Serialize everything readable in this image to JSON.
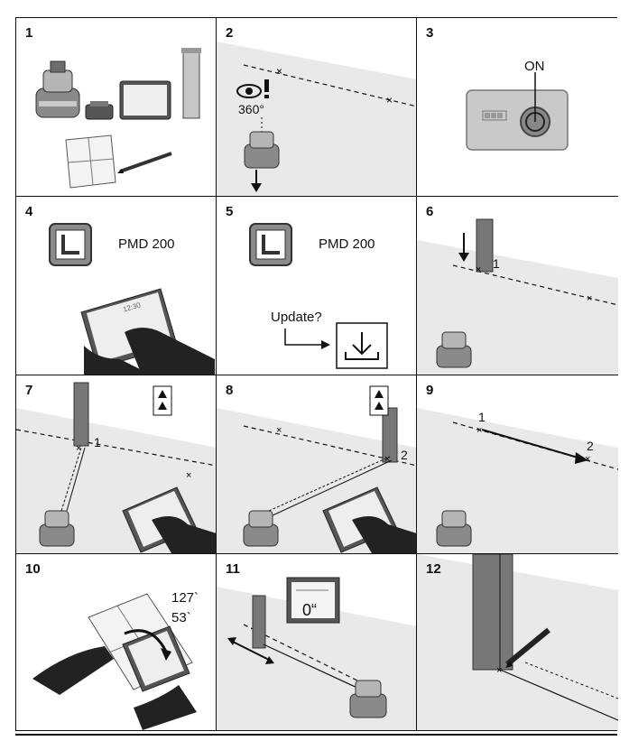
{
  "figure_tag": "3",
  "steps": [
    {
      "number": "1"
    },
    {
      "number": "2",
      "label": "360°"
    },
    {
      "number": "3",
      "label": "ON"
    },
    {
      "number": "4",
      "label": "PMD 200",
      "screen_time": "12:30"
    },
    {
      "number": "5",
      "label": "PMD 200",
      "prompt": "Update?"
    },
    {
      "number": "6",
      "point": "1"
    },
    {
      "number": "7",
      "point": "1"
    },
    {
      "number": "8",
      "point": "2"
    },
    {
      "number": "9",
      "point1": "1",
      "point2": "2"
    },
    {
      "number": "10",
      "value1": "127`",
      "value2": "53`"
    },
    {
      "number": "11",
      "value": "0“"
    },
    {
      "number": "12"
    }
  ]
}
